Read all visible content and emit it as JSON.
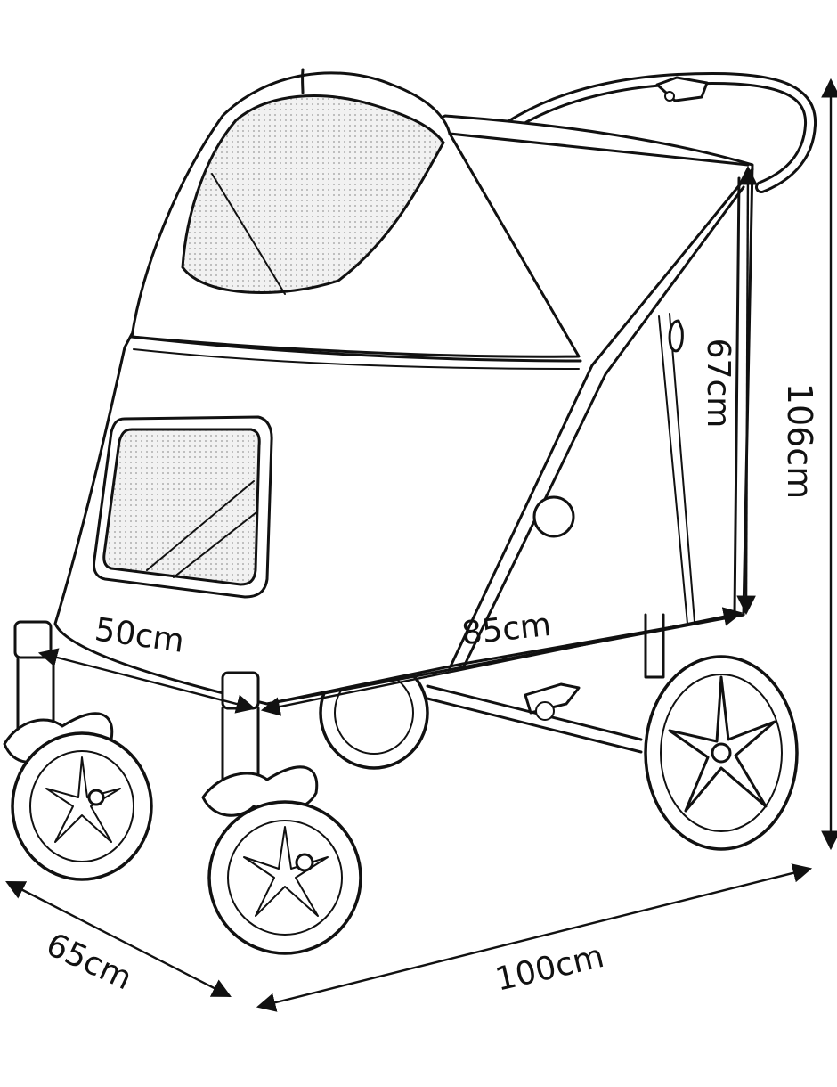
{
  "diagram": {
    "subject_icon": "pet-stroller-icon",
    "dimensions": {
      "interior_width": "50cm",
      "interior_length": "85cm",
      "interior_height": "67cm",
      "overall_height": "106cm",
      "overall_width": "65cm",
      "overall_length": "100cm"
    },
    "colors": {
      "line": "#111111",
      "mesh": "#e9e9e9",
      "background": "#ffffff"
    }
  }
}
